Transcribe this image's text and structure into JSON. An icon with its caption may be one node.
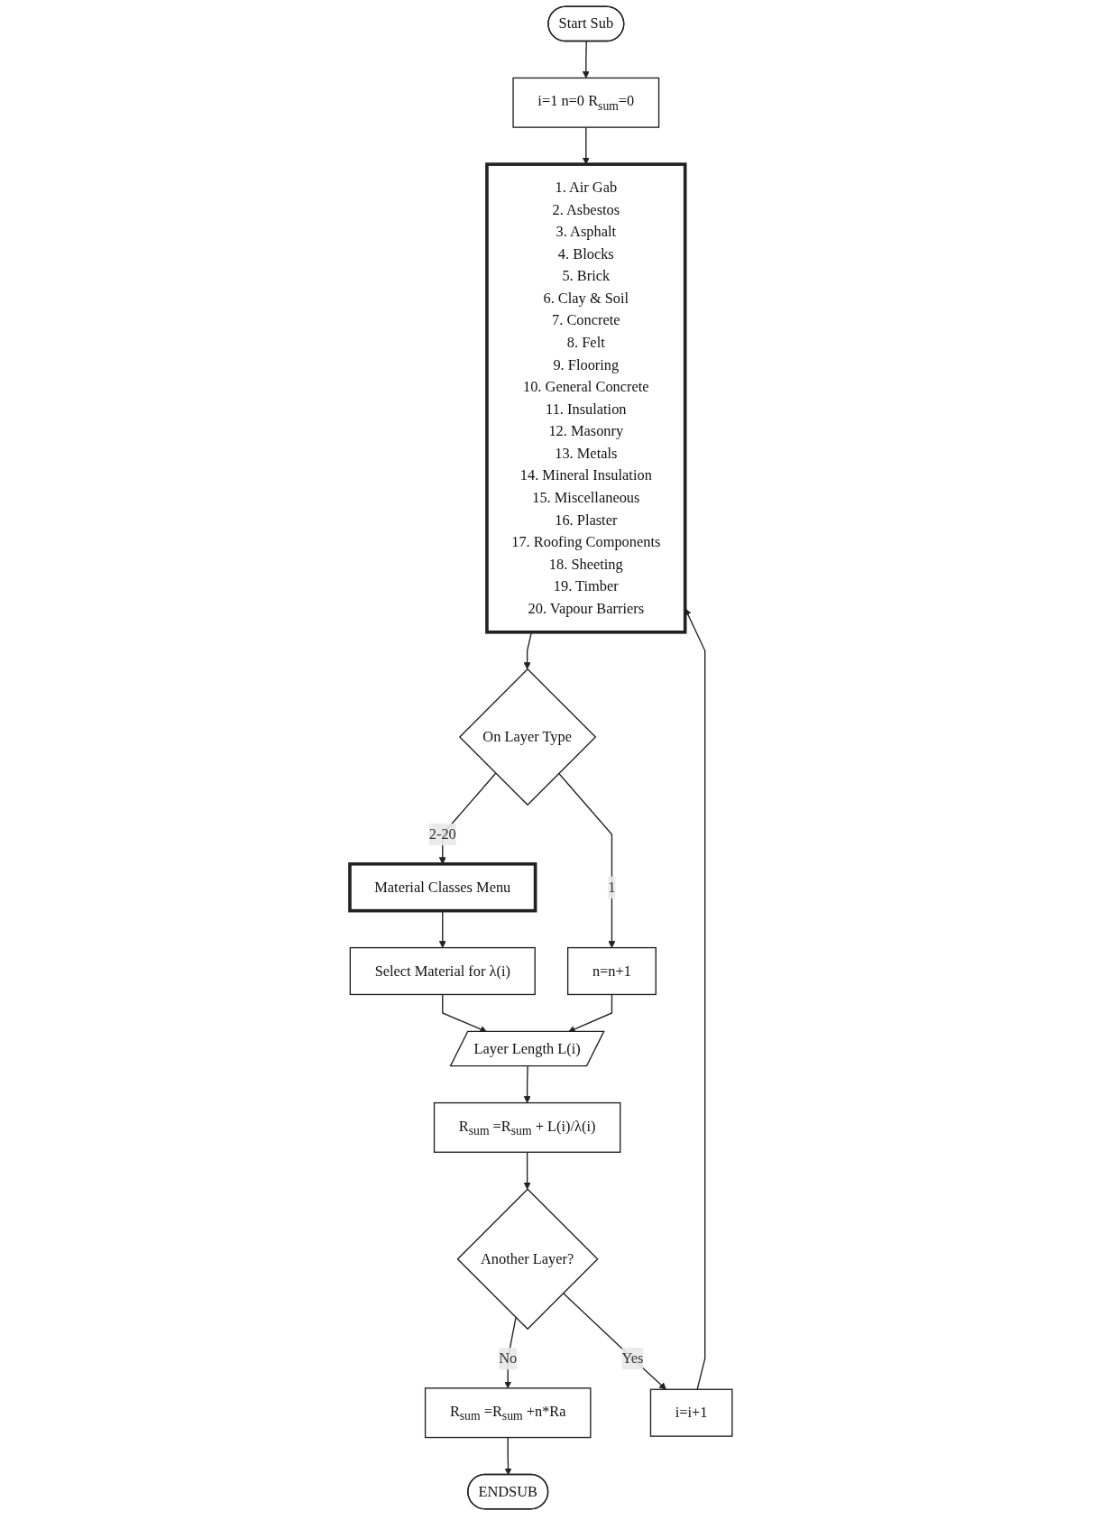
{
  "diagram": {
    "nodes": [
      {
        "text": [
          "Start Sub"
        ]
      },
      {
        "text": [
          "i=1 n=0 R$_{sum}$=0"
        ]
      },
      {
        "text": [
          "1. Air Gab",
          "2. Asbestos",
          "3. Asphalt",
          "4. Blocks",
          "5. Brick",
          "6. Clay & Soil",
          "7. Concrete",
          "8. Felt",
          "9. Flooring",
          "10. General Concrete",
          "11. Insulation",
          "12. Masonry",
          "13. Metals",
          "14. Mineral Insulation",
          "15. Miscellaneous",
          "16. Plaster",
          "17. Roofing Components",
          "18. Sheeting",
          "19. Timber",
          "20. Vapour Barriers"
        ]
      },
      {
        "text": [
          "On Layer Type"
        ]
      },
      {
        "text": [
          "n=n+1"
        ]
      },
      {
        "text": [
          "Material Classes Menu"
        ]
      },
      {
        "text": [
          "Select Material for λ(i)"
        ]
      },
      {
        "text": [
          "Layer Length L(i)"
        ]
      },
      {
        "text": [
          "R$_{sum}$ =R$_{sum}$ + L(i)/λ(i)"
        ]
      },
      {
        "text": [
          "Another Layer?"
        ]
      },
      {
        "text": [
          "R$_{sum}$ =R$_{sum}$ +n*Ra"
        ]
      },
      {
        "text": [
          "ENDSUB"
        ]
      },
      {
        "text": [
          "i=i+1"
        ]
      }
    ],
    "edges": [
      {
        "from": 0,
        "to": 1,
        "arrow": "to"
      },
      {
        "from": 1,
        "to": 2,
        "arrow": "to"
      },
      {
        "from": 2,
        "to": 3,
        "arrow": "to"
      },
      {
        "from": 3,
        "to": 4,
        "arrow": "to",
        "label": "1"
      },
      {
        "from": 3,
        "to": 5,
        "arrow": "to",
        "label": "2-20"
      },
      {
        "from": 5,
        "to": 6,
        "arrow": "to"
      },
      {
        "from": 6,
        "to": 7,
        "arrow": "to"
      },
      {
        "from": 4,
        "to": 7,
        "arrow": "to"
      },
      {
        "from": 7,
        "to": 8,
        "arrow": "to"
      },
      {
        "from": 8,
        "to": 9,
        "arrow": "to"
      },
      {
        "from": 9,
        "to": 10,
        "arrow": "to",
        "label": "No"
      },
      {
        "from": 9,
        "to": 12,
        "arrow": "to",
        "label": "Yes"
      },
      {
        "from": 12,
        "to": 2,
        "arrow": "to"
      },
      {
        "from": 10,
        "to": 11,
        "arrow": "to"
      }
    ]
  }
}
